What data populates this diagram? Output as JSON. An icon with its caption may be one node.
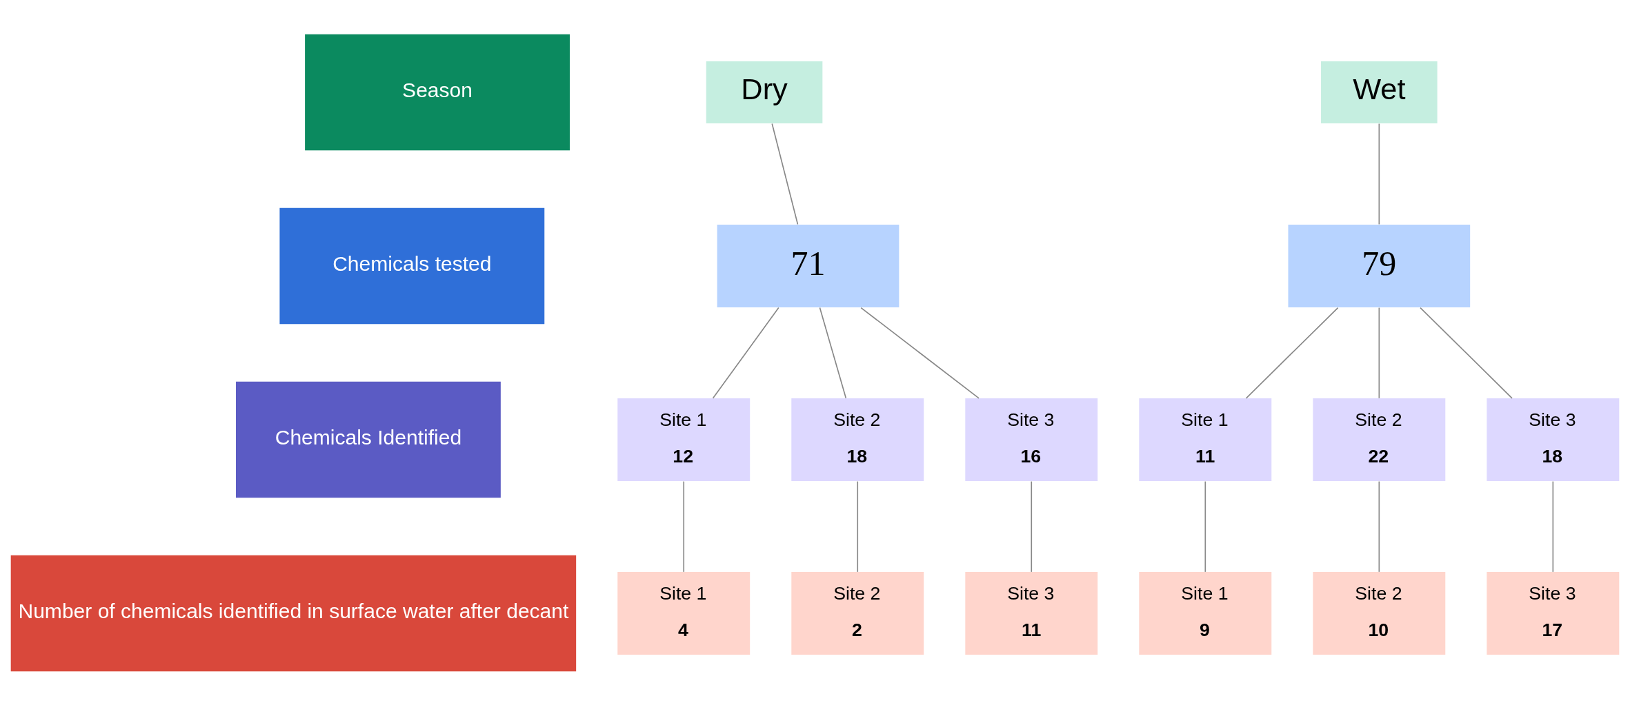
{
  "diagram": {
    "nodes": [
      {
        "text": [
          "Season"
        ]
      },
      {
        "text": [
          "Chemicals tested"
        ]
      },
      {
        "text": [
          "Chemicals Identified"
        ]
      },
      {
        "text": [
          "Number of chemicals identified in surface water after decant"
        ]
      },
      {
        "text": [
          "Dry"
        ]
      },
      {
        "text": [
          "71"
        ]
      },
      {
        "text": [
          "Site 1",
          "12"
        ]
      },
      {
        "text": [
          "Site 2",
          "18"
        ]
      },
      {
        "text": [
          "Site 3",
          "16"
        ]
      },
      {
        "text": [
          "Site 1",
          "4"
        ]
      },
      {
        "text": [
          "Site 2",
          "2"
        ]
      },
      {
        "text": [
          "Site 3",
          "11"
        ]
      },
      {
        "text": [
          "Wet"
        ]
      },
      {
        "text": [
          "79"
        ]
      },
      {
        "text": [
          "Site 1",
          "11"
        ]
      },
      {
        "text": [
          "Site 2",
          "22"
        ]
      },
      {
        "text": [
          "Site 3",
          "18"
        ]
      },
      {
        "text": [
          "Site 1",
          "9"
        ]
      },
      {
        "text": [
          "Site 2",
          "10"
        ]
      },
      {
        "text": [
          "Site 3",
          "17"
        ]
      }
    ],
    "edges": [
      {
        "from": 4,
        "to": 5,
        "arrow": "none"
      },
      {
        "from": 5,
        "to": 6,
        "arrow": "none"
      },
      {
        "from": 5,
        "to": 7,
        "arrow": "none"
      },
      {
        "from": 5,
        "to": 8,
        "arrow": "none"
      },
      {
        "from": 6,
        "to": 9,
        "arrow": "none"
      },
      {
        "from": 7,
        "to": 10,
        "arrow": "none"
      },
      {
        "from": 8,
        "to": 11,
        "arrow": "none"
      },
      {
        "from": 12,
        "to": 13,
        "arrow": "none"
      },
      {
        "from": 13,
        "to": 14,
        "arrow": "none"
      },
      {
        "from": 13,
        "to": 15,
        "arrow": "none"
      },
      {
        "from": 13,
        "to": 16,
        "arrow": "none"
      },
      {
        "from": 14,
        "to": 17,
        "arrow": "none"
      },
      {
        "from": 15,
        "to": 18,
        "arrow": "none"
      },
      {
        "from": 16,
        "to": 19,
        "arrow": "none"
      }
    ]
  }
}
